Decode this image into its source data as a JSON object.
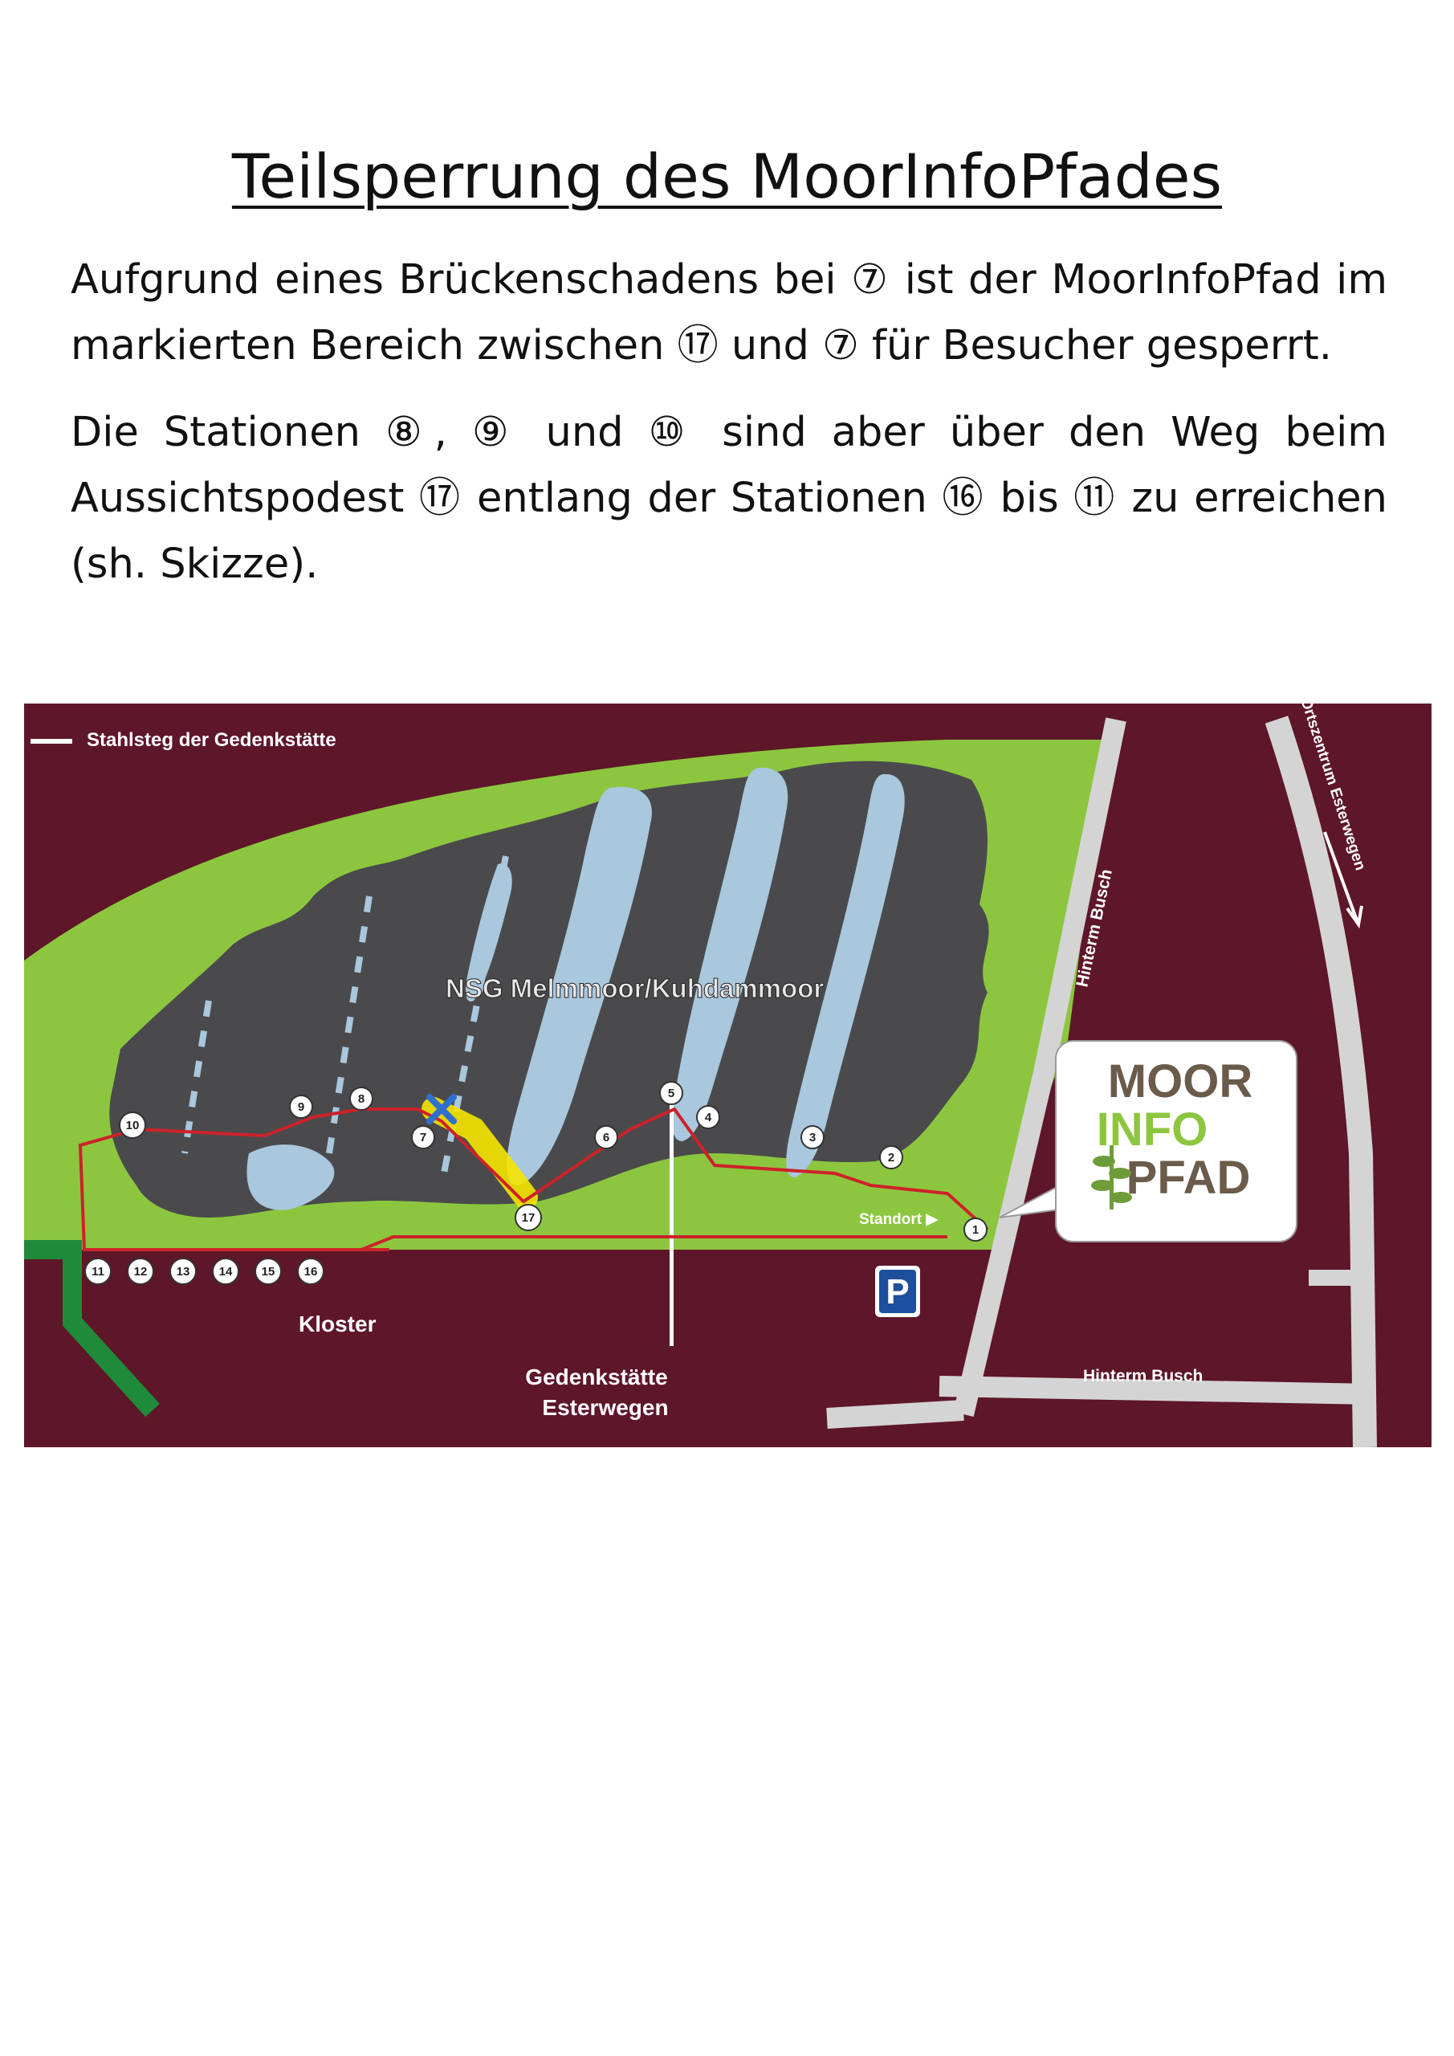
{
  "document": {
    "title": "Teilsperrung des MoorInfoPfades",
    "paragraph1": "Aufgrund eines Brückenschadens bei ⑦ ist der MoorInfoPfad im markierten Bereich zwischen ⑰ und ⑦ für Besucher gesperrt.",
    "paragraph2": "Die Stationen ⑧, ⑨ und ⑩ sind aber über den Weg beim Aussichtspodest ⑰ entlang der Stationen ⑯ bis ⑪ zu erreichen (sh. Skizze)."
  },
  "map": {
    "legend_label": "Stahlsteg der Gedenkstätte",
    "moor_label": "NSG Melmmoor/Kuhdammoor",
    "kloster_label": "Kloster",
    "gedenkstaette_line1": "Gedenkstätte",
    "gedenkstaette_line2": "Esterwegen",
    "road_hinterm_busch_vertical": "Hinterm Busch",
    "road_hinterm_busch_bottom": "Hinterm Busch",
    "road_ortszentrum": "Ortszentrum Esterwegen",
    "standort_label": "Standort ▶",
    "parking_label": "P",
    "logo": {
      "line1": "MOOR",
      "line2": "INFO",
      "line3": "PFAD"
    },
    "stations": {
      "s1": "1",
      "s2": "2",
      "s3": "3",
      "s4": "4",
      "s5": "5",
      "s6": "6",
      "s7": "7",
      "s8": "8",
      "s9": "9",
      "s10": "10",
      "s11": "11",
      "s12": "12",
      "s13": "13",
      "s14": "14",
      "s15": "15",
      "s16": "16",
      "s17": "17"
    },
    "colors": {
      "background": "#5e1629",
      "meadow": "#8cc63f",
      "moor": "#4a4a4c",
      "water": "#a9c7dd",
      "route": "#cc2229",
      "closed_section": "#f5e400",
      "road": "#d4d4d4",
      "closure_mark": "#2f6fd0"
    }
  }
}
